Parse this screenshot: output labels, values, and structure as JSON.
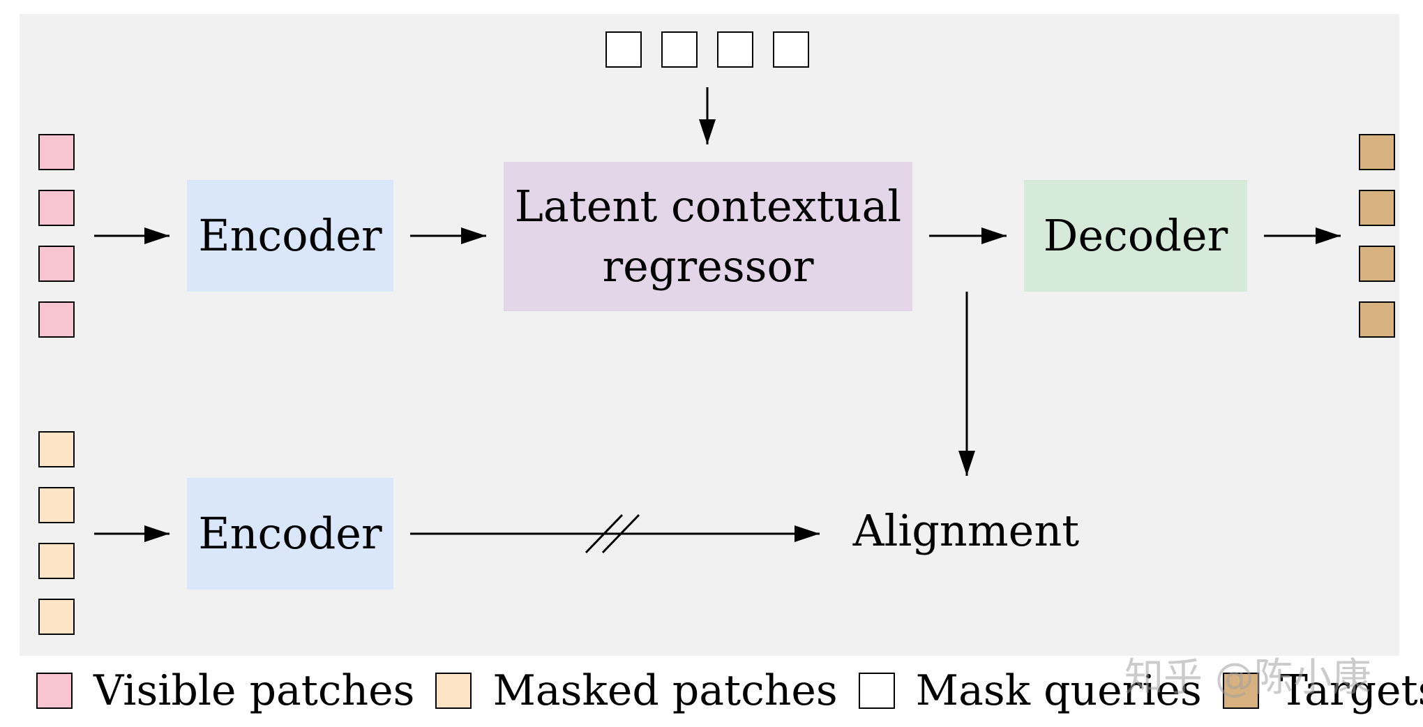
{
  "blocks": {
    "encoder_top": "Encoder",
    "latent_regressor_line1": "Latent contextual",
    "latent_regressor_line2": "regressor",
    "decoder": "Decoder",
    "encoder_bottom": "Encoder",
    "alignment": "Alignment"
  },
  "legend": {
    "visible_patches": "Visible patches",
    "masked_patches": "Masked patches",
    "mask_queries": "Mask queries",
    "targets": "Targets"
  },
  "watermark": "知乎 @陈小康",
  "colors": {
    "panel_background": "#f1f1f1",
    "visible_patch": "#f8c4d2",
    "masked_patch": "#fde4c4",
    "mask_query": "#ffffff",
    "target_patch": "#d8b180",
    "encoder_fill": "#dae6fa",
    "regressor_fill": "#e3d6e8",
    "decoder_fill": "#d6eada",
    "arrow": "#000000"
  },
  "icons": {
    "stop_gradient": "double-slash-mark"
  }
}
